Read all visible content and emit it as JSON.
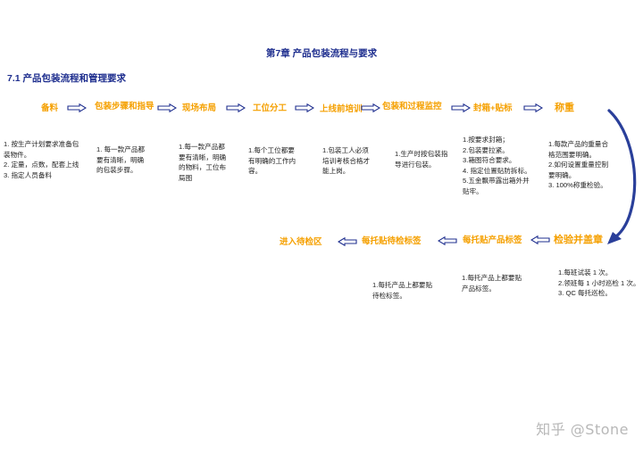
{
  "chapter_title": "第7章  产品包装流程与要求",
  "section_title": "7.1  产品包装流程和管理要求",
  "row1_steps": [
    "备料",
    "包装步骤和指导",
    "现场布局",
    "工位分工",
    "上线前培训",
    "包装和过程监控",
    "封箱+贴标",
    "称重"
  ],
  "row2_steps": [
    "检验并盖章",
    "每托贴产品标签",
    "每托贴待检标签",
    "进入待检区"
  ],
  "row1_desc": [
    [
      "1. 按生产计划要求准备包",
      "装物件。",
      "2. 定量，点数，配套上线",
      "3. 指定人员备料"
    ],
    [
      "1. 每一款产品都",
      "要有清晰，明确",
      "的包装步骤。"
    ],
    [
      "1.每一款产品都",
      "要有清晰，明确",
      "的物料，工位布",
      "局图"
    ],
    [
      "1.每个工位都要",
      "有明确的工作内",
      "容。"
    ],
    [
      "1.包装工人必须",
      "培训考核合格才",
      "能上岗。"
    ],
    [
      "1.生产时按包装指",
      "导进行包装。"
    ],
    [
      "1.按要求封箱；",
      "2.包装要拉紧。",
      "3.箱图符合要求。",
      "4. 指定位置贴防拆标。",
      "5.五金飘带露出箱外并",
      "贴牢。"
    ],
    [
      "1.每款产品的重量合",
      "格范围要明确。",
      "2.如何设置重量控制",
      "要明确。",
      "3. 100%称重检验。"
    ]
  ],
  "row2_desc": [
    [
      "1.每班试装 1 次。",
      "2.领班每 1 小时巡检 1 次。",
      "3. QC 每托巡检。"
    ],
    [
      "1.每托产品上都要贴",
      "产品标签。"
    ],
    [
      "1.每托产品上都要贴",
      "待检标签。"
    ]
  ],
  "watermark": "知乎 @Stone",
  "colors": {
    "step_text": "#f5a000",
    "arrow_stroke": "#1f2f8f",
    "arrow_fill": "#ffffff",
    "curve": "#2a3f9a",
    "title": "#1f2f8f"
  }
}
